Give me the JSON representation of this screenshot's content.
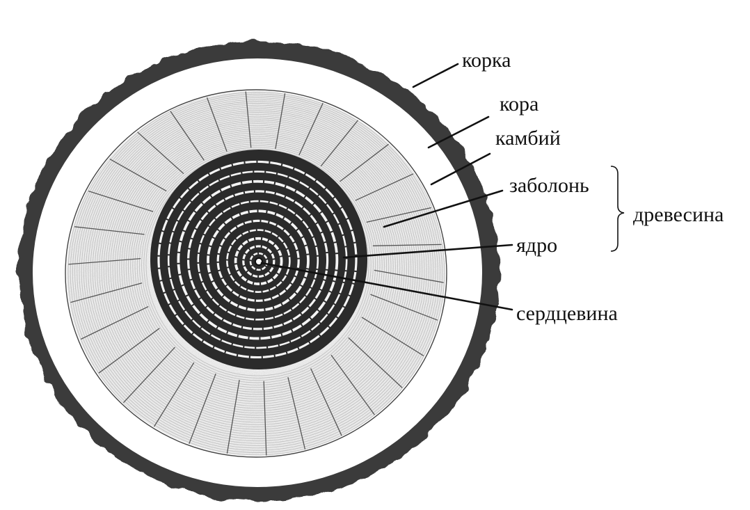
{
  "labels": {
    "bark_outer": "корка",
    "bark_inner": "кора",
    "cambium": "камбий",
    "sapwood": "заболонь",
    "heartwood": "ядро",
    "pith": "сердцевина",
    "wood": "древесина"
  },
  "colors": {
    "ink": "#111111",
    "bark_dark": "#3a3a3a",
    "heartwood_dark": "#2b2b2b",
    "sapwood_light": "#f2f2f2",
    "background": "#ffffff"
  }
}
